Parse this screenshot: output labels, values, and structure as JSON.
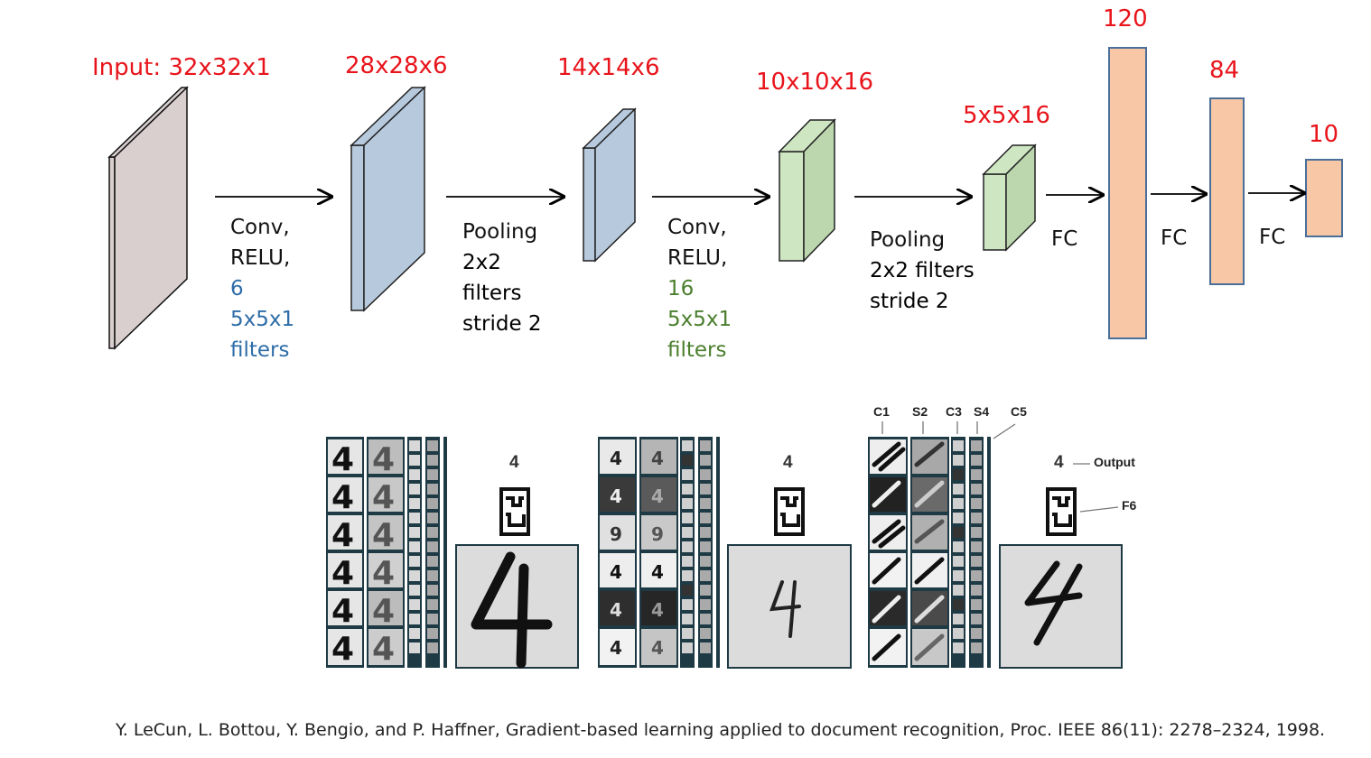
{
  "colors": {
    "label_red": "#e8141b",
    "blue_text": "#2e6da8",
    "green_text": "#4b7f2e",
    "input_fill": "#d9cfcf",
    "blue_fill": "#b7c9dd",
    "green_fill": "#cfe6c2",
    "fc_fill": "#f7c7a6"
  },
  "layers": {
    "input": "Input: 32x32x1",
    "c1": "28x28x6",
    "s2": "14x14x6",
    "c3": "10x10x16",
    "s4": "5x5x16",
    "f5": "120",
    "f6": "84",
    "out": "10"
  },
  "ops": {
    "conv1": [
      "Conv,",
      "RELU,",
      "6",
      "5x5x1",
      "filters"
    ],
    "pool1": [
      "Pooling",
      "2x2",
      "filters",
      "stride 2"
    ],
    "conv2": [
      "Conv,",
      "RELU,",
      "16",
      "5x5x1",
      "filters"
    ],
    "pool2": [
      "Pooling",
      "2x2 filters",
      "stride 2"
    ],
    "fc1": "FC",
    "fc2": "FC",
    "fc3": "FC"
  },
  "bottom": {
    "digit_1": "4",
    "digit_2": "4",
    "digit_3": "4",
    "col_labels": [
      "C1",
      "S2",
      "C3",
      "S4",
      "C5"
    ],
    "output_label": "Output",
    "f6_label": "F6"
  },
  "citation": "Y. LeCun, L. Bottou, Y. Bengio, and P. Haffner, Gradient-based learning applied to document recognition, Proc. IEEE 86(11): 2278–2324, 1998."
}
